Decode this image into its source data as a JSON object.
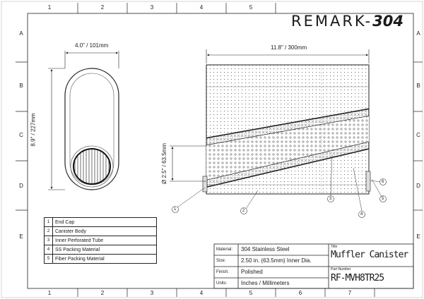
{
  "brand": {
    "name": "REMARK",
    "suffix": "304"
  },
  "grid": {
    "columns": [
      "1",
      "2",
      "3",
      "4",
      "5",
      "6",
      "7"
    ],
    "rows": [
      "A",
      "B",
      "C",
      "D",
      "E"
    ]
  },
  "dimensions": {
    "end_width": "4.0\" / 101mm",
    "end_height": "8.9\" / 227mm",
    "body_length": "11.8\" / 300mm",
    "inlet_diameter": "Ø 2.5\" / 63.5mm"
  },
  "callouts": [
    "1",
    "2",
    "3",
    "4",
    "5",
    "6"
  ],
  "legend": [
    {
      "num": "1",
      "label": "End Cap"
    },
    {
      "num": "2",
      "label": "Canister Body"
    },
    {
      "num": "3",
      "label": "Inner Perforated Tube"
    },
    {
      "num": "4",
      "label": "SS Packing Material"
    },
    {
      "num": "5",
      "label": "Fiber Packing Material"
    }
  ],
  "title_block": {
    "material_label": "Material:",
    "material": "304 Stainless Steel",
    "size_label": "Size:",
    "size": "2.50 in. (63.5mm) Inner Dia.",
    "finish_label": "Finish:",
    "finish": "Polished",
    "units_label": "Units:",
    "units": "Inches / Millimeters",
    "title_label": "Title",
    "title": "Muffler Canister",
    "part_label": "Part Number",
    "part": "RF-MVH8TR25"
  }
}
